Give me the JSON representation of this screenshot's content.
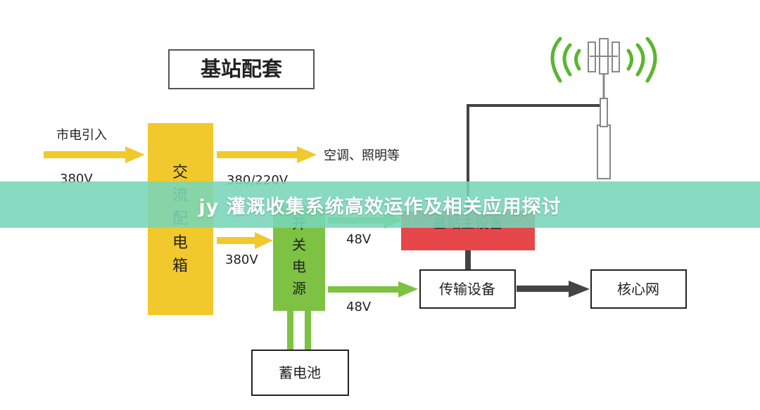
{
  "banner_title": "jy 灌溉收集系统高效运作及相关应用探讨",
  "diagram": {
    "title": "基站配套",
    "mains_in": "市电引入",
    "mains_voltage": "380V",
    "ac_box": [
      "交",
      "流",
      "配",
      "电",
      "箱"
    ],
    "ac_out_label": "空调、照明等",
    "ac_out_voltage": "380/220V",
    "psu_in_voltage": "380V",
    "psu": [
      "开",
      "关",
      "电",
      "源"
    ],
    "bts_voltage": "48V",
    "trans_voltage": "48V",
    "bts_label": "基站主设备",
    "transmission_label": "传输设备",
    "core_label": "核心网",
    "battery_label": "蓄电池"
  },
  "colors": {
    "title_red": "#d84545",
    "ac_box_yellow": "#f2c92c",
    "psu_green": "#7dc242",
    "bts_red": "#e5474a",
    "signal_green": "#5cb531",
    "arrow_gray": "#444444"
  }
}
